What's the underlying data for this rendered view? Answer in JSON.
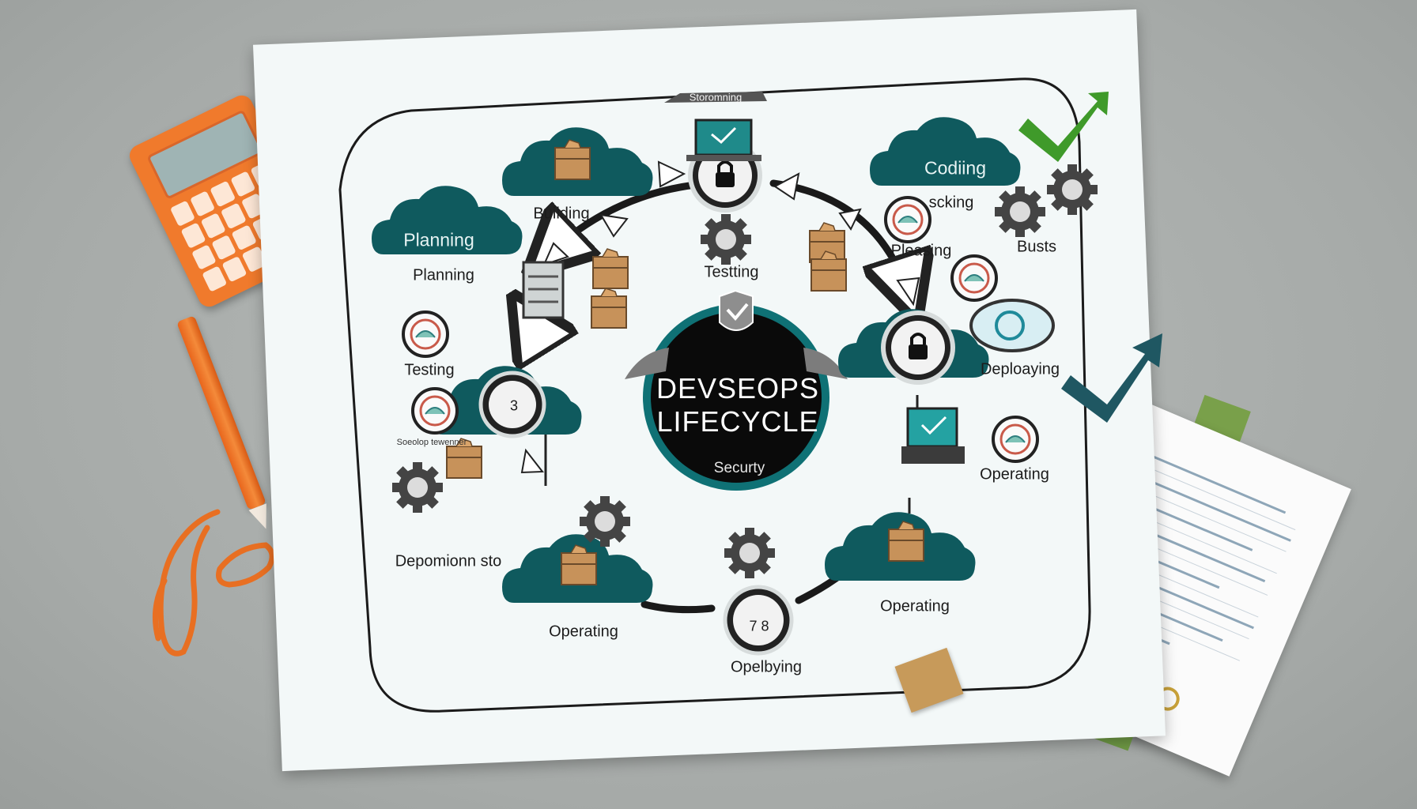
{
  "diagram": {
    "top_tab": "Storomning",
    "center": {
      "title_line1": "DEVSEOPS",
      "title_line2": "LIFECYCLE",
      "subtitle": "Securty"
    },
    "stages": {
      "planning_cloud": "Planning",
      "planning": "Planning",
      "building": "Building",
      "testing_top": "Testting",
      "coding_cloud": "Codiing",
      "scking": "scking",
      "pleasing": "Pleasing",
      "busts": "Busts",
      "deploying": "Deploaying",
      "operating_right": "Operating",
      "operating_bottom_right": "Operating",
      "opelbying": "Opelbying",
      "operating_bottom_left": "Operating",
      "depomionn": "Depomionn sto",
      "testing_left": "Testing",
      "small_caption": "Soeolop tewenner"
    },
    "lock_numbers": {
      "left": "3",
      "bottom": "7 8"
    }
  },
  "colors": {
    "cloud": "#0f5a5e",
    "center_disc": "#111111",
    "center_ring": "#0f6f73",
    "arrow_green": "#3f9a2a",
    "arrow_teal": "#1f5762",
    "calculator": "#f07a2c",
    "pencil": "#ef7423"
  },
  "icons": [
    "lock-icon",
    "gear-icon",
    "box-icon",
    "laptop-icon",
    "server-icon",
    "magnifier-icon",
    "shield-icon",
    "check-arrow-icon"
  ]
}
